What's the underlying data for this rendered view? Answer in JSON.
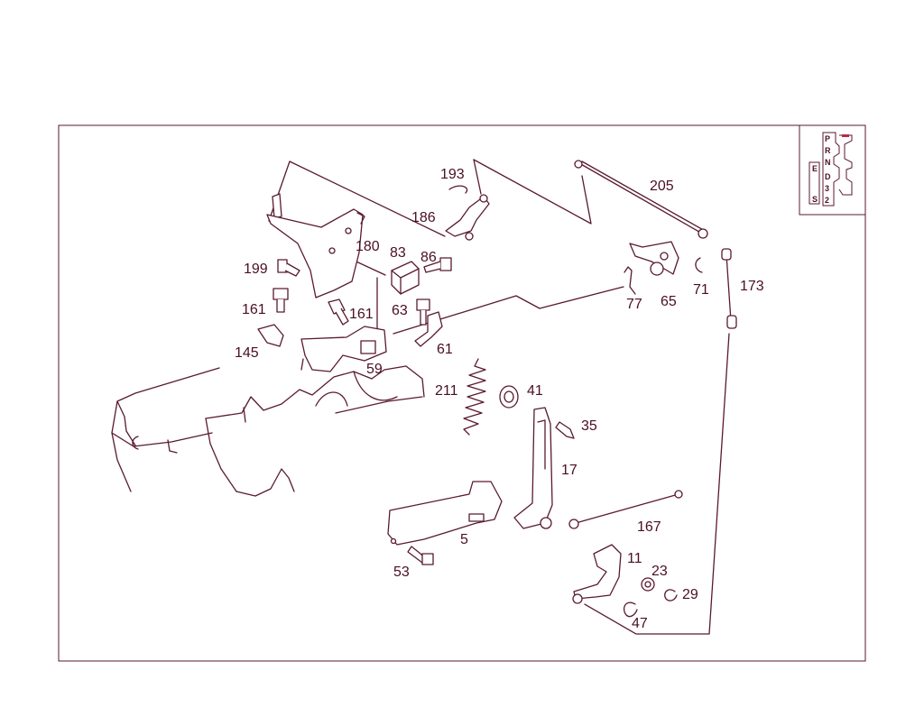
{
  "callouts": {
    "c205": "205",
    "c193": "193",
    "c186": "186",
    "c180": "180",
    "c199": "199",
    "c83": "83",
    "c86": "86",
    "c161a": "161",
    "c161b": "161",
    "c63": "63",
    "c145": "145",
    "c61": "61",
    "c59": "59",
    "c77": "77",
    "c65": "65",
    "c71": "71",
    "c173": "173",
    "c211": "211",
    "c41": "41",
    "c35": "35",
    "c17": "17",
    "c167": "167",
    "c5": "5",
    "c53": "53",
    "c11": "11",
    "c23": "23",
    "c29": "29",
    "c47": "47"
  },
  "gear_gate": {
    "letters": [
      "P",
      "R",
      "N",
      "D",
      "3",
      "2"
    ],
    "side_letters": [
      "E",
      "S"
    ]
  },
  "colors": {
    "line": "#5a1a2e",
    "text": "#4a0f22",
    "background": "#ffffff",
    "accent": "#c0283e"
  }
}
